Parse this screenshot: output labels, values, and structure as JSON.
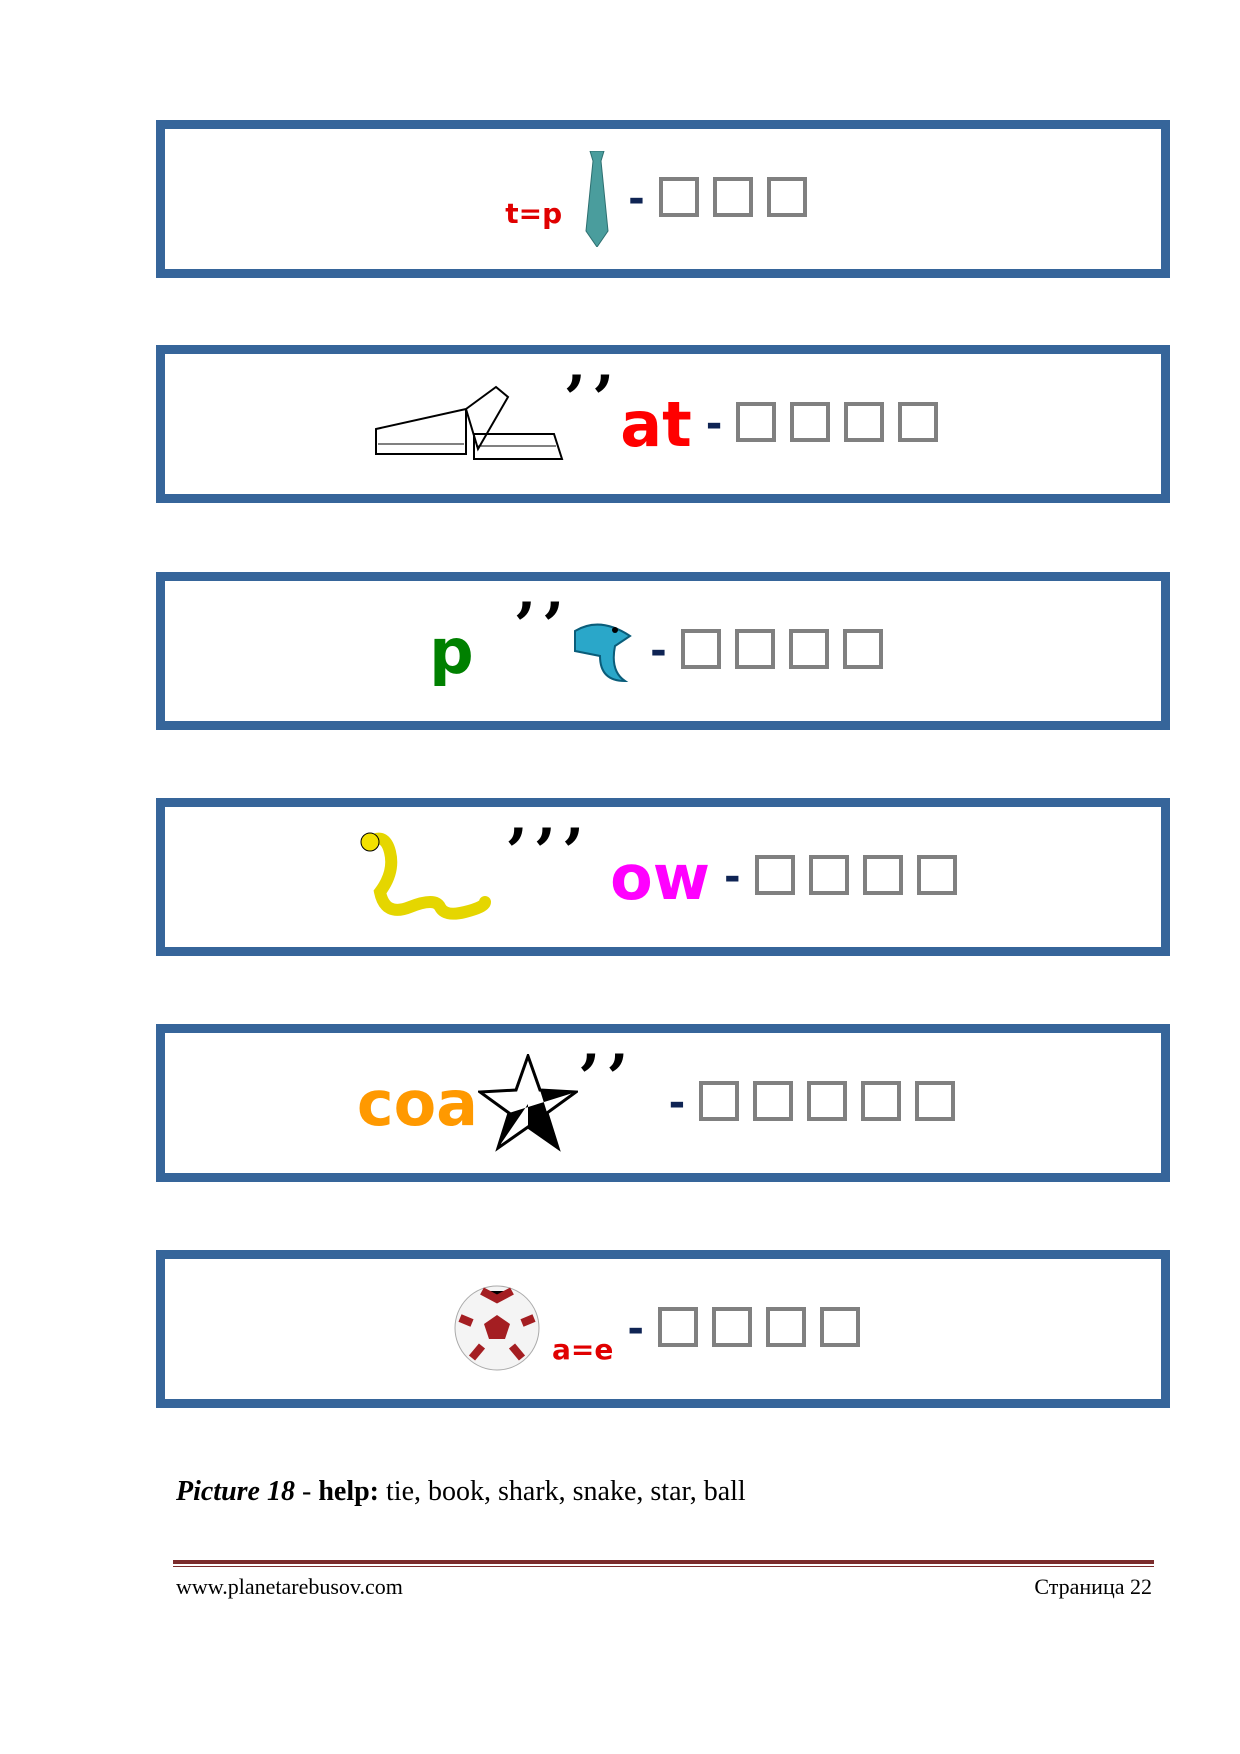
{
  "puzzles": [
    {
      "clue": "t=p",
      "color": "#e00000",
      "picture": "tie",
      "answer_boxes": 3
    },
    {
      "suffix": "at",
      "commas": "’’",
      "color": "#ff0000",
      "picture": "book",
      "answer_boxes": 4
    },
    {
      "prefix": "p",
      "commas": "’’",
      "color": "#008000",
      "picture": "shark",
      "answer_boxes": 4
    },
    {
      "suffix": "ow",
      "commas": "’’’",
      "color": "#ff00ff",
      "picture": "snake",
      "answer_boxes": 4
    },
    {
      "prefix": "coa",
      "commas": "’’",
      "color": "#ff9900",
      "picture": "star",
      "answer_boxes": 5
    },
    {
      "clue": "a=e",
      "color": "#e00000",
      "picture": "ball",
      "answer_boxes": 4
    }
  ],
  "dash": "-",
  "help": {
    "label": "Picture 18",
    "sep": " - ",
    "help_label": "help:",
    "words": " tie, book, shark, snake, star, ball"
  },
  "footer": {
    "site": "www.planetarebusov.com",
    "page": "Страница 22"
  }
}
